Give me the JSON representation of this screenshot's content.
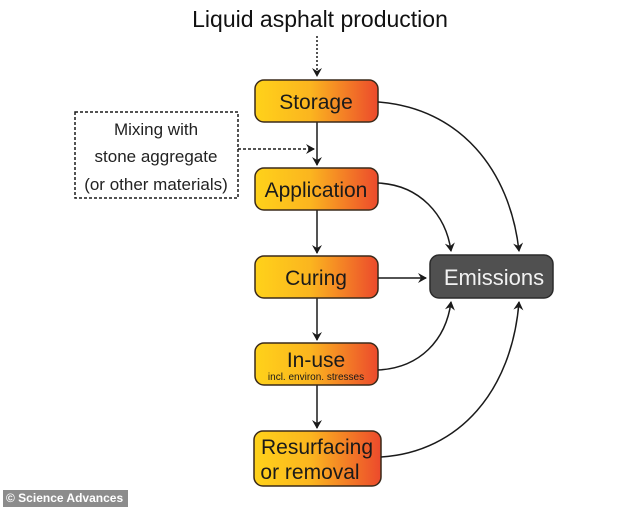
{
  "diagram": {
    "title": "Liquid asphalt production",
    "mixing_box": {
      "lines": [
        "Mixing with",
        "stone aggregate",
        "(or other materials)"
      ]
    },
    "stages": [
      {
        "id": "storage",
        "label": "Storage",
        "sublabel": ""
      },
      {
        "id": "application",
        "label": "Application",
        "sublabel": ""
      },
      {
        "id": "curing",
        "label": "Curing",
        "sublabel": ""
      },
      {
        "id": "in-use",
        "label": "In-use",
        "sublabel": "incl. environ. stresses"
      },
      {
        "id": "resurfacing",
        "label": "Resurfacing",
        "label2": "or removal",
        "sublabel": ""
      }
    ],
    "emissions": {
      "label": "Emissions"
    },
    "colors": {
      "stage_gradient_start": "#ffd21a",
      "stage_gradient_end": "#ec4a2c",
      "emissions_fill": "#505050",
      "arrow": "#1a1a1a"
    }
  },
  "credit": "© Science Advances"
}
